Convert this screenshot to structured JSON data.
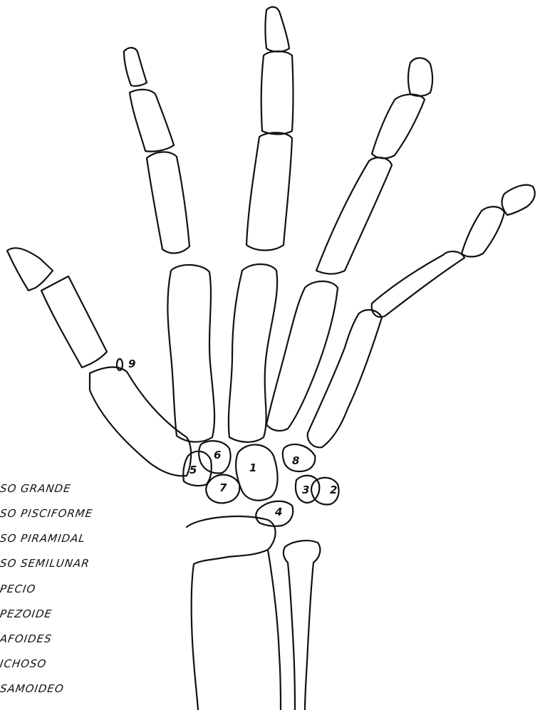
{
  "labels": {
    "n1": "1",
    "n2": "2",
    "n3": "3",
    "n4": "4",
    "n5": "5",
    "n6": "6",
    "n7": "7",
    "n8": "8",
    "n9": "9"
  },
  "legend": [
    "SO GRANDE",
    "SO PISCIFORME",
    "SO PIRAMIDAL",
    "SO SEMILUNAR",
    "PECIO",
    "PEZOIDE",
    "AFOIDES",
    "ICHOSO",
    "SAMOIDEO"
  ]
}
